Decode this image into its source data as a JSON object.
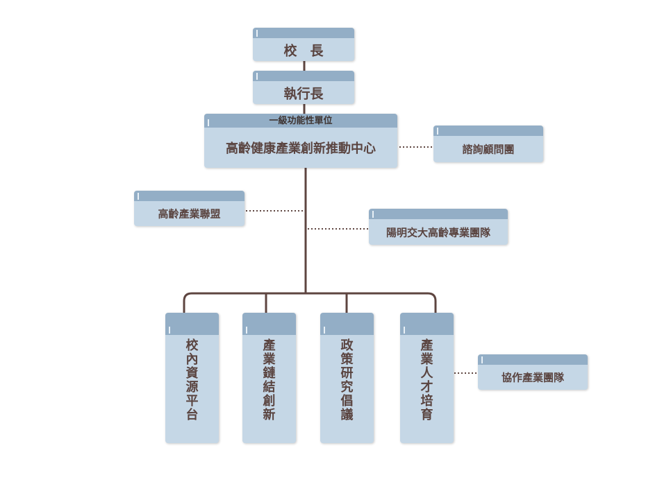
{
  "nodes": {
    "president": "校　長",
    "executive": "執行長",
    "center_category": "一級功能性單位",
    "center": "高齡健康產業創新推動中心",
    "advisory": "諮詢顧問團",
    "alliance": "高齡產業聯盟",
    "ym_team": "陽明交大高齡專業團隊",
    "platform": "校內資源平台",
    "chain": "產業鏈結創新",
    "policy": "政策研究倡議",
    "talent": "產業人才培育",
    "collab": "協作產業團隊"
  },
  "colors": {
    "box_fill": "#c5d7e6",
    "box_header": "#93aec6",
    "connector": "#5e4540",
    "text": "#5a4440"
  }
}
